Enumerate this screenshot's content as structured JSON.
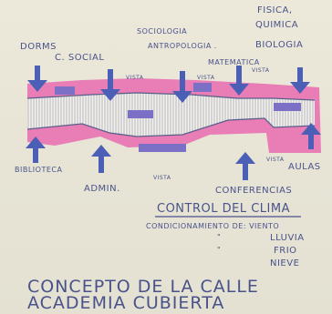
{
  "top_labels": {
    "fisica": "FISICA,",
    "quimica": "QUIMICA",
    "biologia": "BIOLOGIA",
    "sociologia": "SOCIOLOGIA",
    "antropologia": "ANTROPOLOGIA .",
    "dorms": "DORMS",
    "c_social": "C. SOCIAL",
    "matematica": "MATEMATICA",
    "vista1": "VISTA",
    "vista2": "VISTA",
    "vista3": "VISTA"
  },
  "bottom_labels": {
    "biblioteca": "BIBLIOTECA",
    "admin": "ADMIN.",
    "vista_admin": "VISTA",
    "vista_aulas": "VISTA",
    "aulas": "AULAS",
    "conferencias": "CONFERENCIAS"
  },
  "climate": {
    "title": "CONTROL DEL CLIMA",
    "line1": "CONDICIONAMIENTO DE: VIENTO",
    "ditto1": "\"",
    "lluvia": "LLUVIA",
    "frio": "FRIO",
    "ditto2": "\"",
    "nieve": "NIEVE"
  },
  "concept": {
    "line1": "CONCEPTO DE LA CALLE",
    "line2": "ACADEMIA CUBIERTA"
  },
  "colors": {
    "pink": "#e96bb0",
    "purple": "#7b6fc6",
    "ink": "#49528a",
    "paper": "#ece8d8"
  }
}
